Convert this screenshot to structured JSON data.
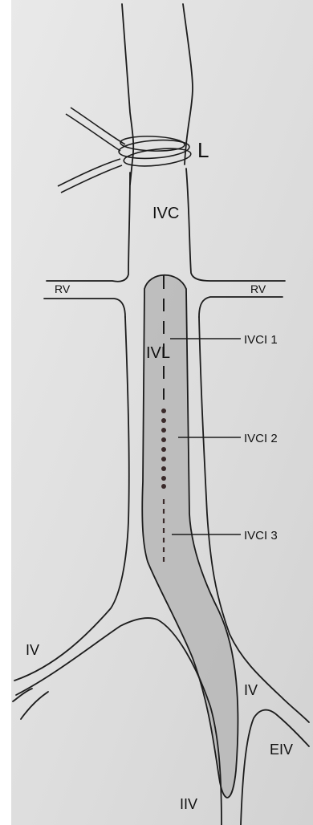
{
  "labels": {
    "ligature": "L",
    "ivc": "IVC",
    "rv_left": "RV",
    "rv_right": "RV",
    "ivl": "IVL",
    "ivci1": "IVCI 1",
    "ivci2": "IVCI 2",
    "ivci3": "IVCI 3",
    "iv_left": "IV",
    "iv_right": "IV",
    "eiv": "EIV",
    "iiv": "IIV"
  },
  "colors": {
    "paper": "#dedede",
    "paper_edge": "#ffffff",
    "ink": "#1c1c1c",
    "thrombus": "#b7b7b7"
  }
}
